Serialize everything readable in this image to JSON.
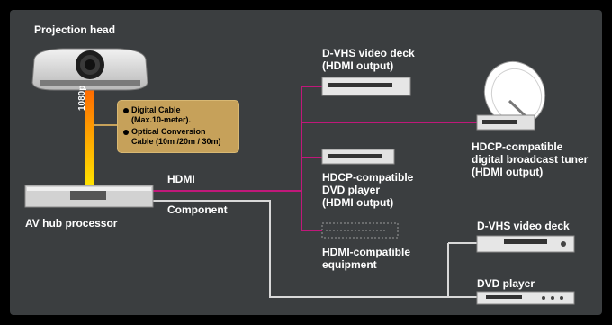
{
  "labels": {
    "projection_head": "Projection head",
    "av_hub": "AV hub processor",
    "hdmi": "HDMI",
    "component": "Component",
    "resolution": "1080p",
    "dvhs_top": "D-VHS video deck\n(HDMI output)",
    "tuner": "HDCP-compatible\ndigital broadcast tuner\n(HDMI output)",
    "dvd_hdcp": "HDCP-compatible\nDVD player\n(HDMI output)",
    "hdmi_equipment": "HDMI-compatible\nequipment",
    "dvhs_component": "D-VHS video deck",
    "dvd_component": "DVD player"
  },
  "note": {
    "line1": "Digital Cable",
    "line2": "(Max.10-meter).",
    "line3": "Optical Conversion",
    "line4": "Cable (10m /20m / 30m)"
  },
  "colors": {
    "hdmi_line": "#c0187a",
    "component_line": "#d9d9d9",
    "cable_gradient_top": "#ff7a00",
    "cable_gradient_bottom": "#ffe000",
    "note_bg": "#c6a15a"
  }
}
